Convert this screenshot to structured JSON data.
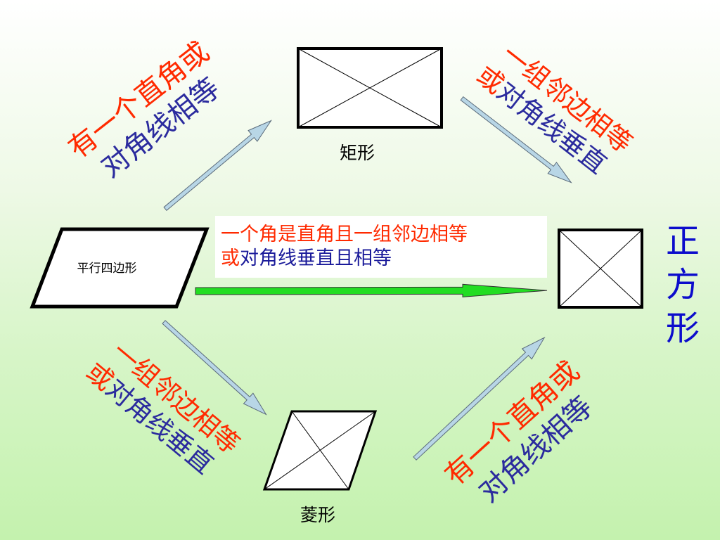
{
  "shapes": {
    "parallelogram": "平行四边形",
    "rectangle": "矩形",
    "rhombus": "菱形",
    "square": [
      "正",
      "方",
      "形"
    ]
  },
  "conditions": {
    "para_to_rect": {
      "line1": "有一个直角或",
      "line2": "对角线相等"
    },
    "rect_to_square": {
      "line1": "一组邻边相等",
      "line2_red": "或",
      "line2_blue": "对角线垂直"
    },
    "para_to_rhombus": {
      "line1": "一组邻边相等",
      "line2_red": "或",
      "line2_blue": "对角线垂直"
    },
    "rhombus_to_square": {
      "line1": "有一个直角或",
      "line2": "对角线相等"
    },
    "para_to_square": {
      "line1": "一个角是直角且一组邻边相等",
      "line2_red": "或",
      "line2_blue": "对角线垂直且相等"
    }
  },
  "colors": {
    "red_text": "#ff2a00",
    "blue_text": "#2b2b9e",
    "title_blue": "#0c0ccc",
    "green_arrow": "#22dd22",
    "blue_arrow": "#b8d6e6"
  }
}
